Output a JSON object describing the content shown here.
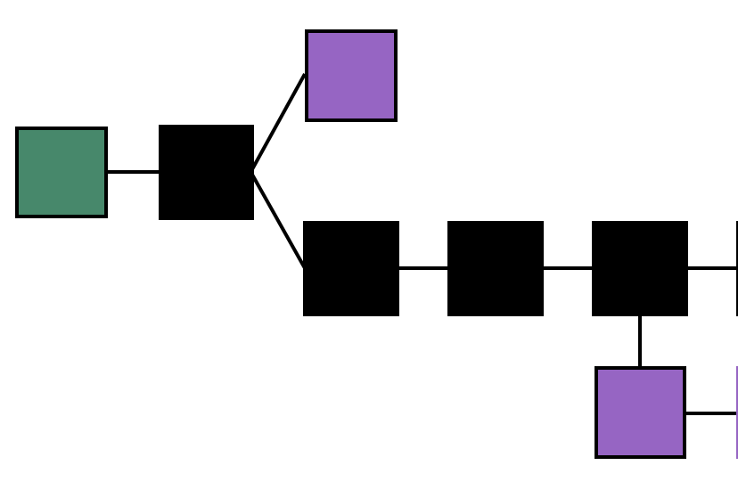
{
  "diagram": {
    "colors": {
      "background": "#ffffff",
      "edge": "#000000",
      "node_stroke": "#000000",
      "green": "#47886b",
      "purple": "#9665c3",
      "black": "#000000"
    },
    "nodes": [
      {
        "id": "n1",
        "fill": "green"
      },
      {
        "id": "n2",
        "fill": "black"
      },
      {
        "id": "n3",
        "fill": "purple"
      },
      {
        "id": "n4",
        "fill": "black"
      },
      {
        "id": "n5",
        "fill": "black"
      },
      {
        "id": "n6",
        "fill": "black"
      },
      {
        "id": "n7",
        "fill": "purple"
      },
      {
        "id": "n8",
        "fill": "black"
      },
      {
        "id": "n9",
        "fill": "purple"
      }
    ],
    "edges": [
      [
        "n1",
        "n2"
      ],
      [
        "n2",
        "n3"
      ],
      [
        "n2",
        "n4"
      ],
      [
        "n4",
        "n5"
      ],
      [
        "n5",
        "n6"
      ],
      [
        "n6",
        "n7"
      ],
      [
        "n6",
        "n8"
      ],
      [
        "n7",
        "n9"
      ]
    ]
  }
}
